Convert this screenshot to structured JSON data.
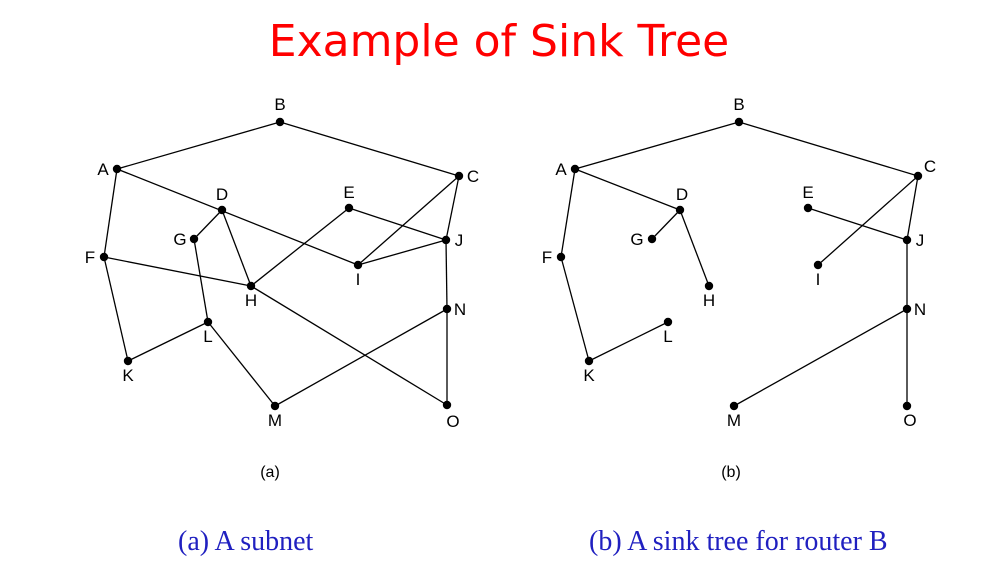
{
  "title": "Example of Sink Tree",
  "colors": {
    "title": "#ff0000",
    "caption": "#2020c0",
    "edge": "#000000",
    "node": "#000000"
  },
  "diagram_a": {
    "label": "(a)",
    "nodes": [
      "A",
      "B",
      "C",
      "D",
      "E",
      "F",
      "G",
      "H",
      "I",
      "J",
      "K",
      "L",
      "M",
      "N",
      "O"
    ],
    "edges": [
      [
        "A",
        "B"
      ],
      [
        "B",
        "C"
      ],
      [
        "A",
        "F"
      ],
      [
        "A",
        "I"
      ],
      [
        "C",
        "I"
      ],
      [
        "C",
        "J"
      ],
      [
        "D",
        "G"
      ],
      [
        "D",
        "H"
      ],
      [
        "E",
        "H"
      ],
      [
        "E",
        "J"
      ],
      [
        "F",
        "H"
      ],
      [
        "F",
        "K"
      ],
      [
        "G",
        "L"
      ],
      [
        "H",
        "O"
      ],
      [
        "I",
        "J"
      ],
      [
        "J",
        "N"
      ],
      [
        "K",
        "L"
      ],
      [
        "L",
        "M"
      ],
      [
        "M",
        "N"
      ],
      [
        "N",
        "O"
      ]
    ]
  },
  "diagram_b": {
    "label": "(b)",
    "nodes": [
      "A",
      "B",
      "C",
      "D",
      "E",
      "F",
      "G",
      "H",
      "I",
      "J",
      "K",
      "L",
      "M",
      "N",
      "O"
    ],
    "edges": [
      [
        "A",
        "B"
      ],
      [
        "B",
        "C"
      ],
      [
        "A",
        "F"
      ],
      [
        "A",
        "D"
      ],
      [
        "D",
        "G"
      ],
      [
        "D",
        "H"
      ],
      [
        "C",
        "I"
      ],
      [
        "C",
        "J"
      ],
      [
        "E",
        "J"
      ],
      [
        "F",
        "K"
      ],
      [
        "K",
        "L"
      ],
      [
        "J",
        "N"
      ],
      [
        "N",
        "M"
      ],
      [
        "N",
        "O"
      ]
    ]
  },
  "captions": {
    "a": "(a) A subnet",
    "b": "(b) A sink tree for router B"
  }
}
